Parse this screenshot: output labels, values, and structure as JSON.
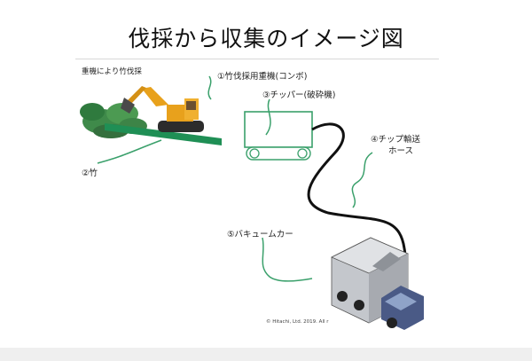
{
  "title": "伐採から収集のイメージ図",
  "labels": {
    "heavy_machine_logging": "重機により竹伐採",
    "harvester": "①竹伐採用重機(コンボ)",
    "bamboo": "②竹",
    "chipper": "③チッパー(破砕機)",
    "chip_hose_line1": "④チップ輸送",
    "chip_hose_line2": "ホース",
    "vacuum_car": "⑤バキュームカー"
  },
  "copyright": "© Hitachi, Ltd. 2019. All r",
  "colors": {
    "excavator": "#e8a11c",
    "bamboo_foliage": "#3f8a4a",
    "bamboo_stalk": "#1f8f55",
    "chipper_outline": "#3aa06b",
    "leader_line": "#3aa06b",
    "hose": "#111111",
    "truck_cab": "#4a5a86",
    "truck_body": "#b9bcc2"
  }
}
